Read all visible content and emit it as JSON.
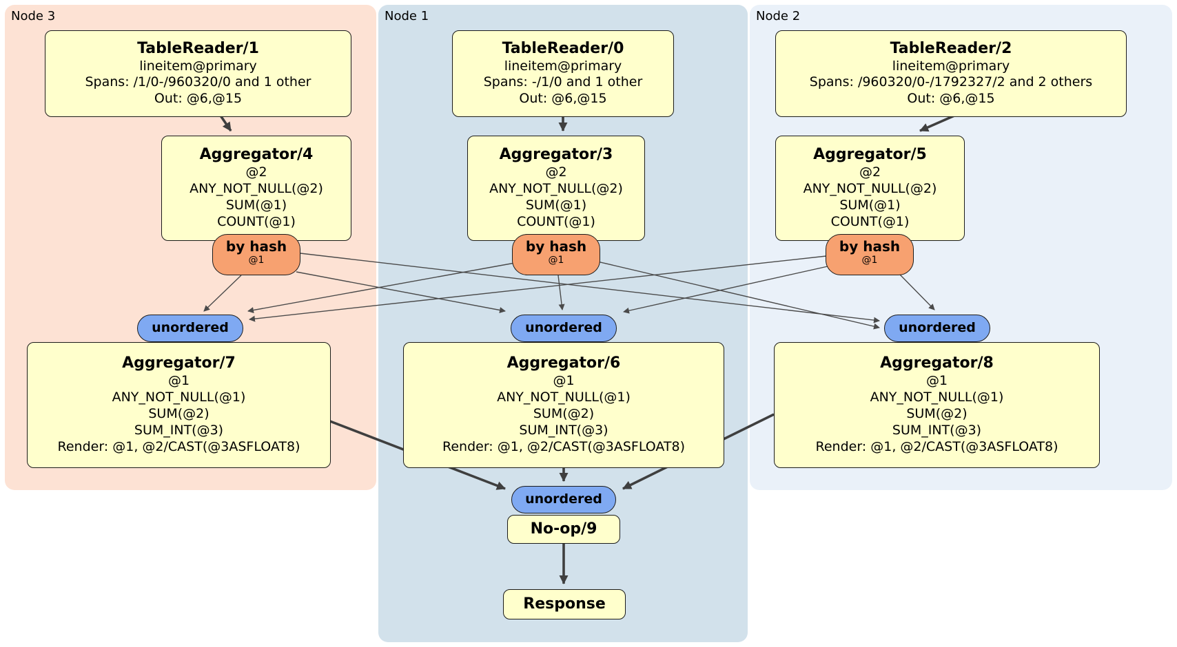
{
  "panels": [
    {
      "label": "Node 3"
    },
    {
      "label": "Node 1"
    },
    {
      "label": "Node 2"
    }
  ],
  "ops": {
    "tr1": {
      "title": "TableReader/1",
      "lines": [
        "lineitem@primary",
        "Spans: /1/0-/960320/0 and 1 other",
        "Out: @6,@15"
      ]
    },
    "tr0": {
      "title": "TableReader/0",
      "lines": [
        "lineitem@primary",
        "Spans: -/1/0 and 1 other",
        "Out: @6,@15"
      ]
    },
    "tr2": {
      "title": "TableReader/2",
      "lines": [
        "lineitem@primary",
        "Spans: /960320/0-/1792327/2 and 2 others",
        "Out: @6,@15"
      ]
    },
    "agg4": {
      "title": "Aggregator/4",
      "lines": [
        "@2",
        "ANY_NOT_NULL(@2)",
        "SUM(@1)",
        "COUNT(@1)"
      ]
    },
    "agg3": {
      "title": "Aggregator/3",
      "lines": [
        "@2",
        "ANY_NOT_NULL(@2)",
        "SUM(@1)",
        "COUNT(@1)"
      ]
    },
    "agg5": {
      "title": "Aggregator/5",
      "lines": [
        "@2",
        "ANY_NOT_NULL(@2)",
        "SUM(@1)",
        "COUNT(@1)"
      ]
    },
    "agg7": {
      "title": "Aggregator/7",
      "lines": [
        "@1",
        "ANY_NOT_NULL(@1)",
        "SUM(@2)",
        "SUM_INT(@3)",
        "Render: @1, @2/CAST(@3ASFLOAT8)"
      ]
    },
    "agg6": {
      "title": "Aggregator/6",
      "lines": [
        "@1",
        "ANY_NOT_NULL(@1)",
        "SUM(@2)",
        "SUM_INT(@3)",
        "Render: @1, @2/CAST(@3ASFLOAT8)"
      ]
    },
    "agg8": {
      "title": "Aggregator/8",
      "lines": [
        "@1",
        "ANY_NOT_NULL(@1)",
        "SUM(@2)",
        "SUM_INT(@3)",
        "Render: @1, @2/CAST(@3ASFLOAT8)"
      ]
    },
    "noop": {
      "title": "No-op/9"
    },
    "resp": {
      "title": "Response"
    }
  },
  "router": {
    "label": "by hash",
    "detail": "@1"
  },
  "sync": {
    "label": "unordered"
  },
  "colors": {
    "node3_bg": "#fde2d4",
    "node1_bg": "#d2e1eb",
    "node2_bg": "#eaf1f9",
    "operator_bg": "#ffffcc",
    "router_bg": "#f7a170",
    "sync_bg": "#7fa9f2",
    "edge": "#4a4a4a"
  }
}
